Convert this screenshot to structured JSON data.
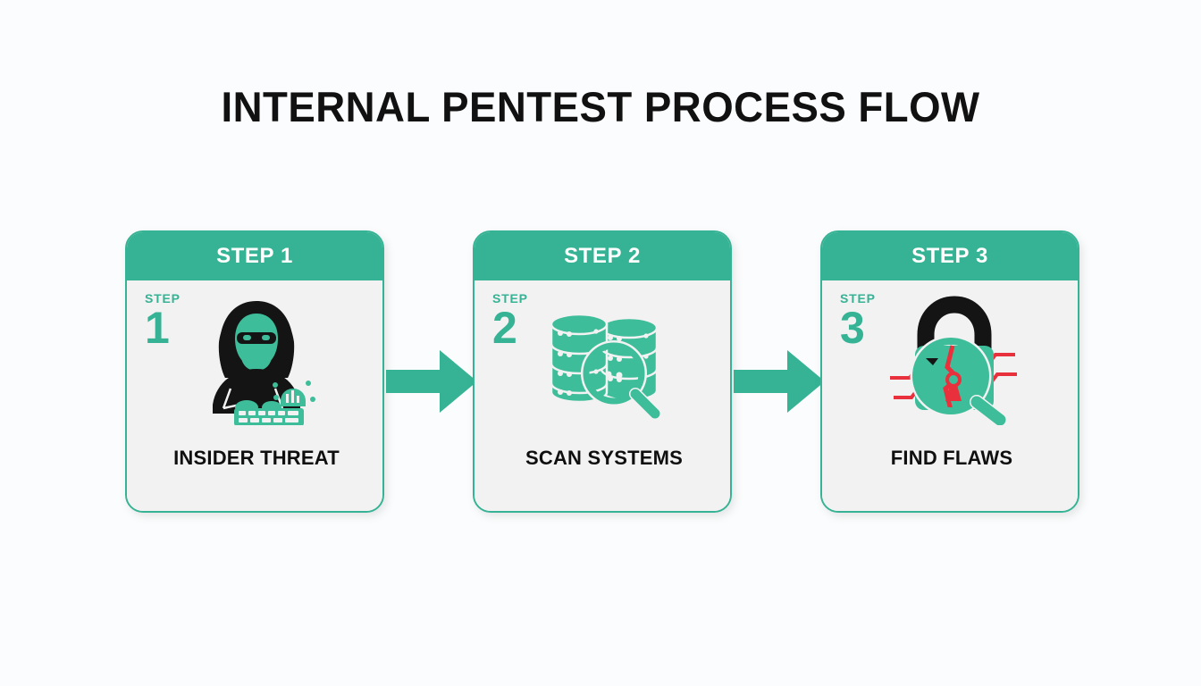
{
  "page": {
    "title": "INTERNAL PENTEST PROCESS FLOW",
    "background_color": "#fbfcfd",
    "accent_color": "#35b394",
    "card_body_color": "#f2f2f2",
    "text_color": "#0f0f0f",
    "alert_color": "#e8313c"
  },
  "flow": {
    "step_word": "STEP",
    "steps": [
      {
        "header": "STEP 1",
        "number": "1",
        "step_word": "STEP",
        "label": "INSIDER THREAT",
        "icon": "hacker-hoodie-keyboard-icon"
      },
      {
        "header": "STEP 2",
        "number": "2",
        "step_word": "STEP",
        "label": "SCAN SYSTEMS",
        "icon": "database-stack-magnifier-icon"
      },
      {
        "header": "STEP 3",
        "number": "3",
        "step_word": "STEP",
        "label": "FIND FLAWS",
        "icon": "broken-padlock-magnifier-icon"
      }
    ],
    "connectors": [
      {
        "name": "arrow-step1-to-step2",
        "direction": "right"
      },
      {
        "name": "arrow-step2-to-step3",
        "direction": "right"
      }
    ]
  }
}
